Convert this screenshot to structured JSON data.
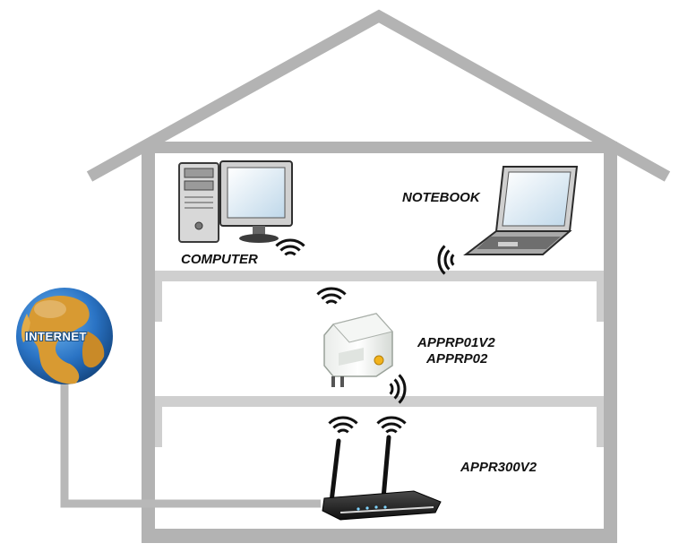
{
  "labels": {
    "internet": "INTERNET",
    "computer": "COMPUTER",
    "notebook": "NOTEBOOK",
    "repeater_1": "APPRP01V2",
    "repeater_2": "APPRP02",
    "router": "APPR300V2"
  },
  "colors": {
    "house_wall": "#b3b3b3",
    "floor": "#cfcfcf",
    "cable": "#b8b8b8",
    "wifi": "#111111",
    "globe_ocean": "#2a73c4",
    "globe_land": "#d89a32",
    "label_text": "#111111"
  },
  "icons": [
    "globe-icon",
    "desktop-computer-icon",
    "notebook-icon",
    "repeater-icon",
    "router-icon",
    "wifi-signal-icon"
  ]
}
